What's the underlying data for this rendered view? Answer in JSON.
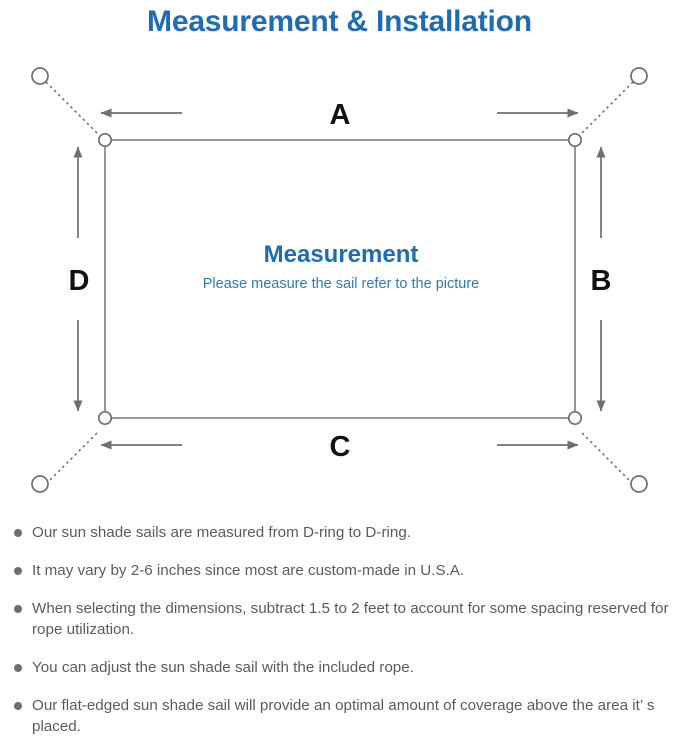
{
  "title": "Measurement & Installation",
  "diagram": {
    "dimension_labels": {
      "top": "A",
      "right": "B",
      "bottom": "C",
      "left": "D"
    },
    "center_heading": "Measurement",
    "center_subtitle": "Please measure the sail refer to the picture",
    "colors": {
      "title_blue": "#1f6cb4",
      "subtitle_blue": "#2e7bb5",
      "line_gray": "#7a7a7a",
      "sail_border": "#8a8a8a",
      "label_black": "#1a1a1a"
    },
    "icons": {
      "anchor": "anchor-ring-icon",
      "d_ring": "d-ring-icon"
    }
  },
  "notes": [
    "Our sun shade sails are measured from D-ring to D-ring.",
    "It may vary by 2-6 inches since most are custom-made in U.S.A.",
    "When selecting the dimensions, subtract 1.5 to 2 feet to account for some spacing reserved for rope utilization.",
    "You can adjust the sun shade sail with the included rope.",
    "Our flat-edged sun shade sail will provide an optimal amount of coverage above the area it’ s placed."
  ]
}
